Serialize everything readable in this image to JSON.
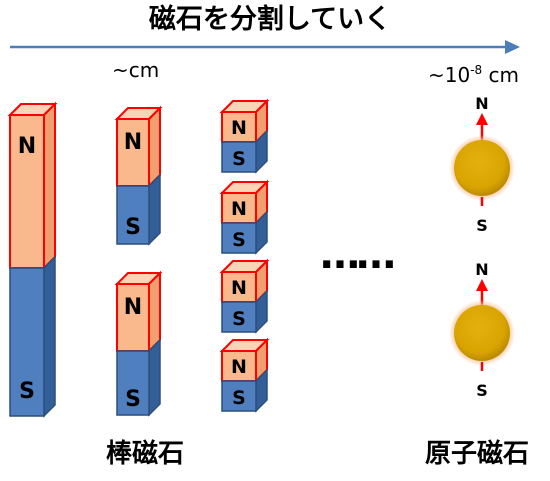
{
  "title": "磁石を分割していく",
  "scale_left": "~cm",
  "scale_right_base": "~10",
  "scale_right_exp": "-8",
  "scale_right_unit": " cm",
  "label_bar_magnet": "棒磁石",
  "label_atomic_magnet": "原子磁石",
  "pole_n": "N",
  "pole_s": "S",
  "ellipsis": "……",
  "colors": {
    "arrow": "#4a7ebb",
    "north_face": "#f9b98c",
    "north_top": "#fbd4b6",
    "north_side": "#f0a06e",
    "north_edge": "#ff0000",
    "south_face": "#4f7fbf",
    "south_side": "#335f98",
    "south_edge": "#2c4f7c",
    "atom": "#d9a400",
    "atom_glow": "#f7c49a",
    "moment_arrow": "#ff0000"
  }
}
